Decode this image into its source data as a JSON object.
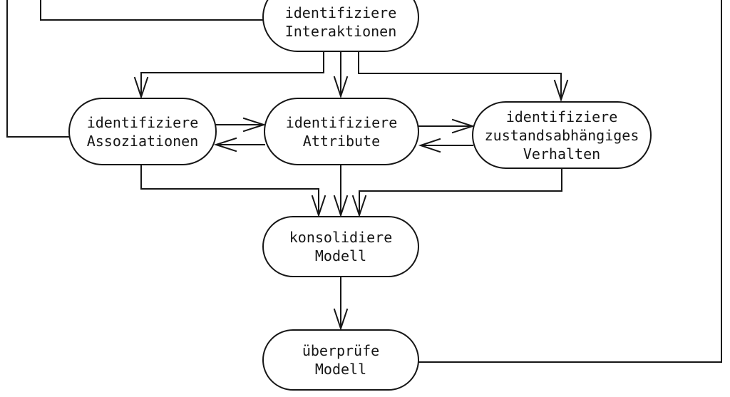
{
  "diagram": {
    "type": "flowchart",
    "language": "de",
    "colors": {
      "line": "#161616",
      "background": "#ffffff",
      "text": "#161616"
    },
    "nodes": [
      {
        "id": "identifiziere-interaktionen",
        "label": "identifiziere\nInteraktionen"
      },
      {
        "id": "identifiziere-assoziationen",
        "label": "identifiziere\nAssoziationen"
      },
      {
        "id": "identifiziere-attribute",
        "label": "identifiziere\nAttribute"
      },
      {
        "id": "identifiziere-zustandsabhaengiges-verhalten",
        "label": "identifiziere\nzustandsabhängiges\nVerhalten"
      },
      {
        "id": "konsolidiere-modell",
        "label": "konsolidiere\nModell"
      },
      {
        "id": "ueberpruefe-modell",
        "label": "überprüfe\nModell"
      }
    ]
  }
}
